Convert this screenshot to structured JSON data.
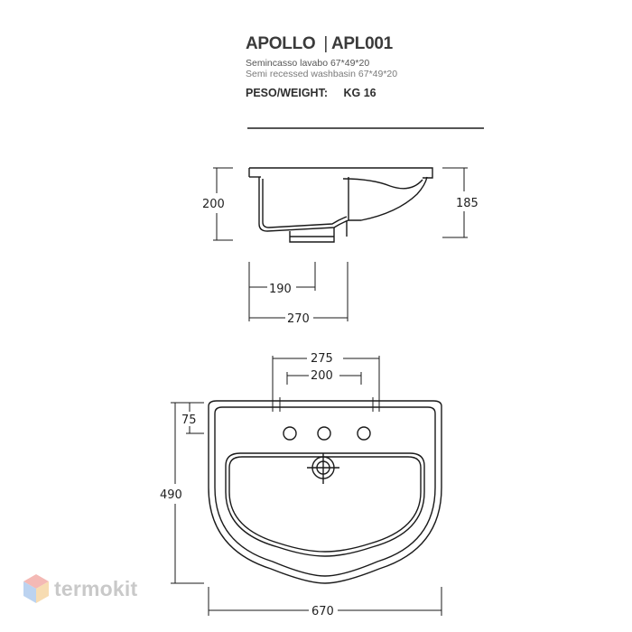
{
  "header": {
    "model_name": "APOLLO",
    "separator": "|",
    "model_code": "APL001",
    "subtitle_it": "Semincasso lavabo 67*49*20",
    "subtitle_en": "Semi recessed washbasin 67*49*20",
    "weight_label": "PESO/WEIGHT:",
    "weight_value": "KG 16"
  },
  "dimensions": {
    "side_height_left": "200",
    "side_height_right": "185",
    "side_depth_inner": "190",
    "side_depth_outer": "270",
    "top_holes_outer": "275",
    "top_holes_inner": "200",
    "top_offset": "75",
    "top_depth": "490",
    "top_width": "670"
  },
  "watermark": {
    "text": "termokit",
    "colors": [
      "#f4b9b5",
      "#bcd3f0",
      "#f7dcb2"
    ]
  },
  "colors": {
    "line": "#1a1a1a",
    "title_text": "#3a3a3a",
    "rule": "#555555"
  }
}
